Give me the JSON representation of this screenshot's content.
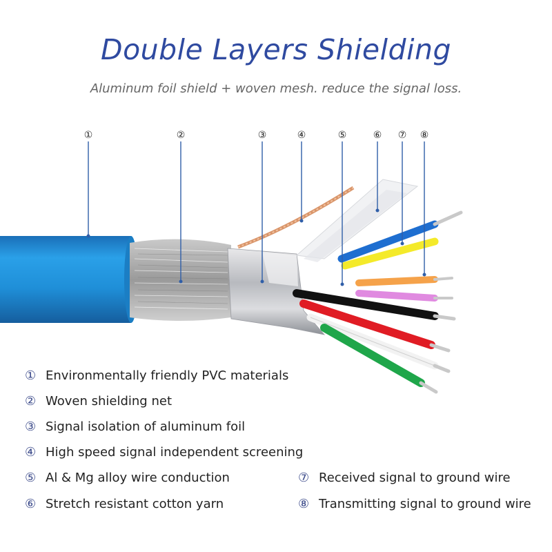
{
  "title": "Double Layers Shielding",
  "subtitle": "Aluminum foil shield + woven mesh. reduce the signal loss.",
  "callouts": [
    "①",
    "②",
    "③",
    "④",
    "⑤",
    "⑥",
    "⑦",
    "⑧"
  ],
  "legend": [
    {
      "num": "①",
      "text": "Environmentally friendly PVC materials"
    },
    {
      "num": "②",
      "text": "Woven shielding net"
    },
    {
      "num": "③",
      "text": "Signal isolation of aluminum foil"
    },
    {
      "num": "④",
      "text": "High speed signal independent screening"
    },
    {
      "num": "⑤",
      "text": "Al & Mg alloy wire conduction"
    },
    {
      "num": "⑥",
      "text": "Stretch resistant cotton yarn"
    },
    {
      "num": "⑦",
      "text": "Received signal to ground wire"
    },
    {
      "num": "⑧",
      "text": "Transmitting signal to ground wire"
    }
  ],
  "colors": {
    "title": "#2f4aa0",
    "jacket": "#1f8fd8",
    "callout_line": "#2f5ea8"
  }
}
